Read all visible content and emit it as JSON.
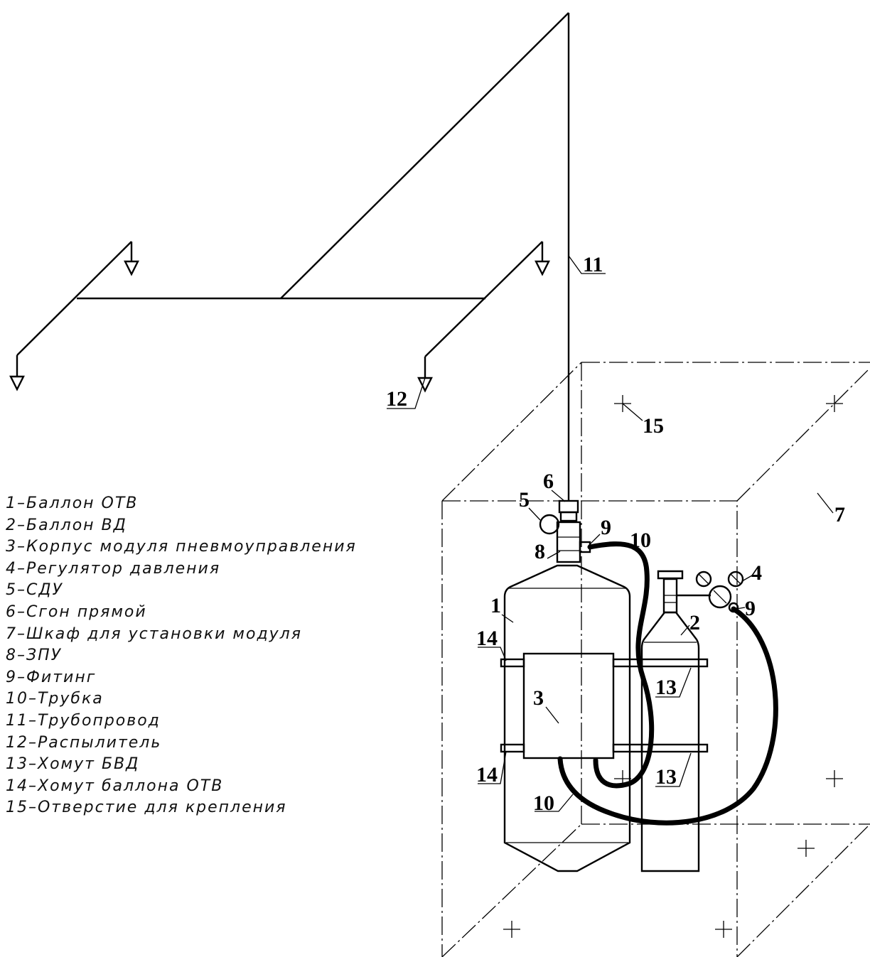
{
  "legend": {
    "items": [
      "1–Баллон ОТВ",
      "2–Баллон ВД",
      "3–Корпус модуля пневмоуправления",
      "4–Регулятор давления",
      "5–СДУ",
      "6–Сгон прямой",
      "7–Шкаф для установки модуля",
      "8–ЗПУ",
      "9–Фитинг",
      "10–Трубка",
      "11–Трубопровод",
      "12–Распылитель",
      "13–Хомут БВД",
      "14–Хомут баллона ОТВ",
      "15–Отверстие для крепления"
    ]
  },
  "callouts": {
    "c1": "1",
    "c2": "2",
    "c3": "3",
    "c4": "4",
    "c5": "5",
    "c6": "6",
    "c7": "7",
    "c8": "8",
    "c9a": "9",
    "c9b": "9",
    "c10a": "10",
    "c10b": "10",
    "c11": "11",
    "c12": "12",
    "c13a": "13",
    "c13b": "13",
    "c14a": "14",
    "c14b": "14",
    "c15": "15"
  }
}
